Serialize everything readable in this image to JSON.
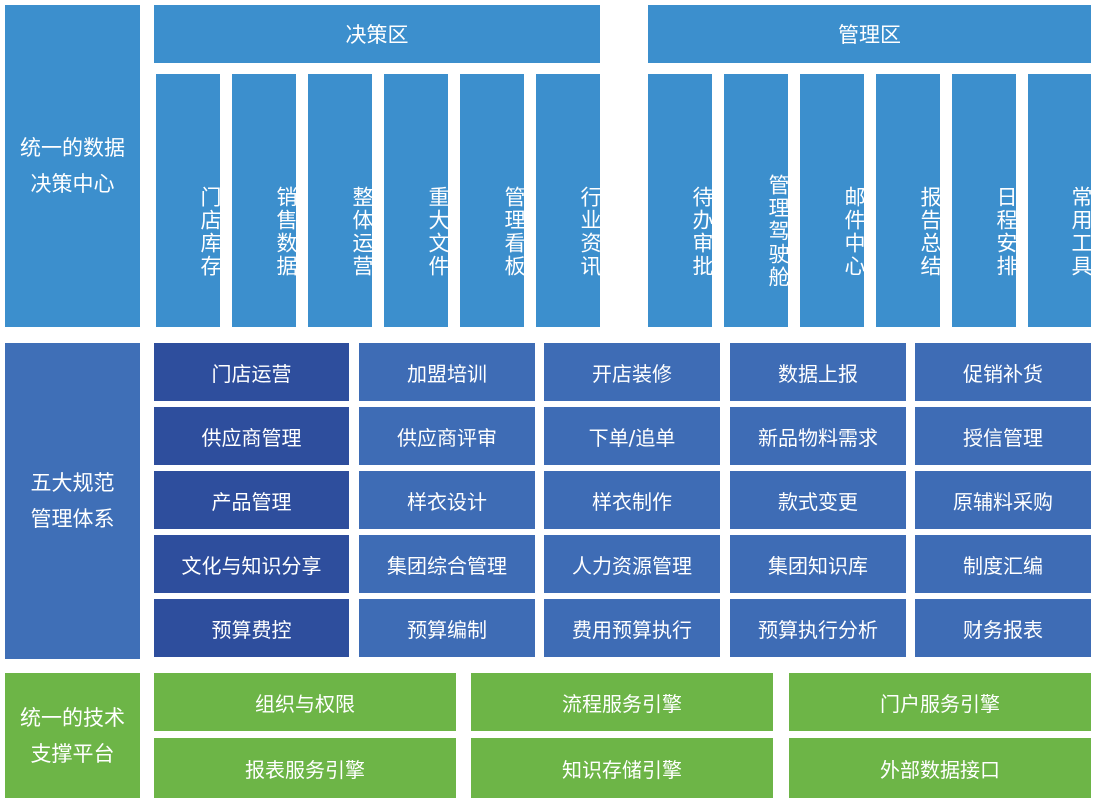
{
  "decision_section": {
    "side_label": "统一的数据\n决策中心",
    "left_header": "决策区",
    "right_header": "管理区",
    "left_items": [
      "门店库存",
      "销售数据",
      "整体运营",
      "重大文件",
      "管理看板",
      "行业资讯"
    ],
    "right_items": [
      "待办审批",
      "管理驾驶舱",
      "邮件中心",
      "报告总结",
      "日程安排",
      "常用工具"
    ]
  },
  "standards_section": {
    "side_label": "五大规范\n管理体系",
    "rows": [
      [
        "门店运营",
        "加盟培训",
        "开店装修",
        "数据上报",
        "促销补货"
      ],
      [
        "供应商管理",
        "供应商评审",
        "下单/追单",
        "新品物料需求",
        "授信管理"
      ],
      [
        "产品管理",
        "样衣设计",
        "样衣制作",
        "款式变更",
        "原辅料采购"
      ],
      [
        "文化与知识分享",
        "集团综合管理",
        "人力资源管理",
        "集团知识库",
        "制度汇编"
      ],
      [
        "预算费控",
        "预算编制",
        "费用预算执行",
        "预算执行分析",
        "财务报表"
      ]
    ]
  },
  "platform_section": {
    "side_label": "统一的技术\n支撑平台",
    "rows": [
      [
        "组织与权限",
        "流程服务引擎",
        "门户服务引擎"
      ],
      [
        "报表服务引擎",
        "知识存储引擎",
        "外部数据接口"
      ]
    ]
  },
  "colors": {
    "sky_blue": "#3c8fcd",
    "cobalt_blue": "#3f6fb7",
    "navy_blue": "#2e4e9d",
    "green": "#6db547"
  }
}
